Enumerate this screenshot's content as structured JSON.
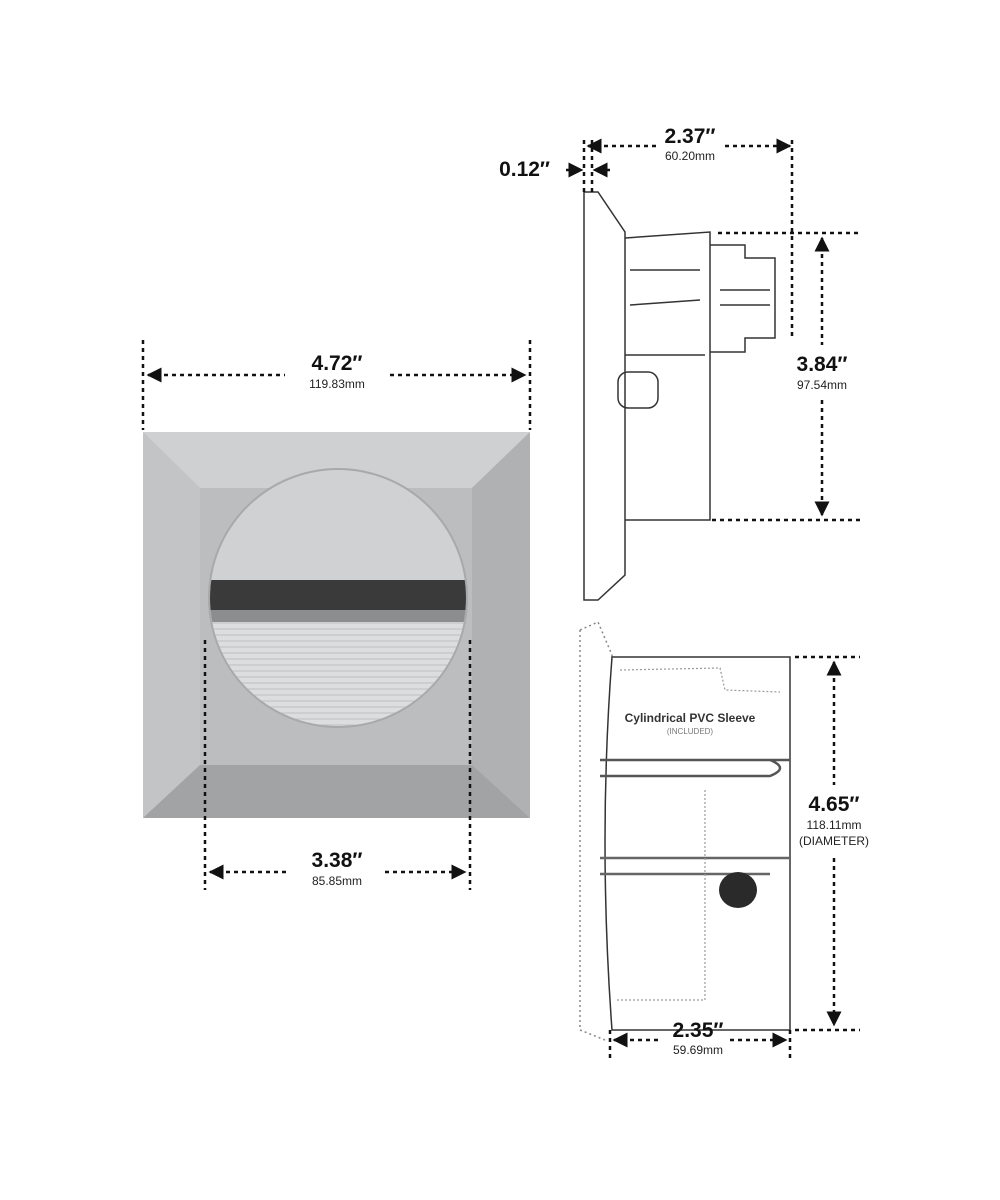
{
  "front_view": {
    "width": {
      "inches": "4.72″",
      "mm": "119.83mm"
    },
    "opening": {
      "inches": "3.38″",
      "mm": "85.85mm"
    }
  },
  "side_view": {
    "faceplate": {
      "inches": "0.12″"
    },
    "depth": {
      "inches": "2.37″",
      "mm": "60.20mm"
    },
    "height": {
      "inches": "3.84″",
      "mm": "97.54mm"
    }
  },
  "sleeve_view": {
    "label": "Cylindrical PVC Sleeve",
    "note": "(INCLUDED)",
    "diameter": {
      "inches": "4.65″",
      "mm": "118.11mm",
      "note": "(DIAMETER)"
    },
    "depth": {
      "inches": "2.35″",
      "mm": "59.69mm"
    }
  },
  "colors": {
    "plate": "#b9babc",
    "bevel_light": "#cfd0d2",
    "bevel_dark": "#a2a3a5",
    "slot": "#3a3a3a"
  }
}
